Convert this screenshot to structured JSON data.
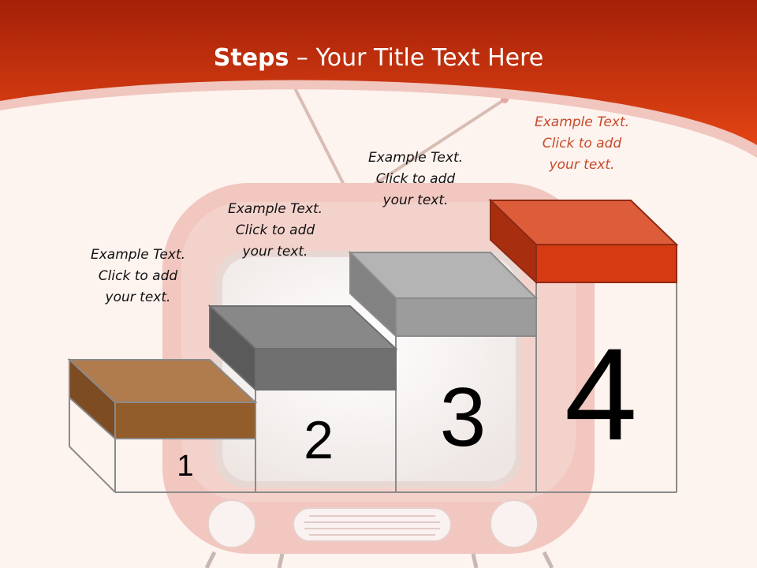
{
  "slide": {
    "title_bold": "Steps",
    "title_rest": " – Your Title Text Here",
    "colors": {
      "header": "#d2401a",
      "background": "#fdf3ef",
      "step1": "#935d2b",
      "step2": "#707070",
      "step3": "#9c9c9c",
      "step4": "#d63a12"
    }
  },
  "steps": [
    {
      "number": "1",
      "caption": [
        "Example Text.",
        "Click  to add",
        "your text."
      ]
    },
    {
      "number": "2",
      "caption": [
        "Example Text.",
        "Click  to add",
        "your text."
      ]
    },
    {
      "number": "3",
      "caption": [
        "Example Text.",
        "Click  to add",
        "your text."
      ]
    },
    {
      "number": "4",
      "caption": [
        "Example Text.",
        "Click  to add",
        "your text."
      ]
    }
  ]
}
